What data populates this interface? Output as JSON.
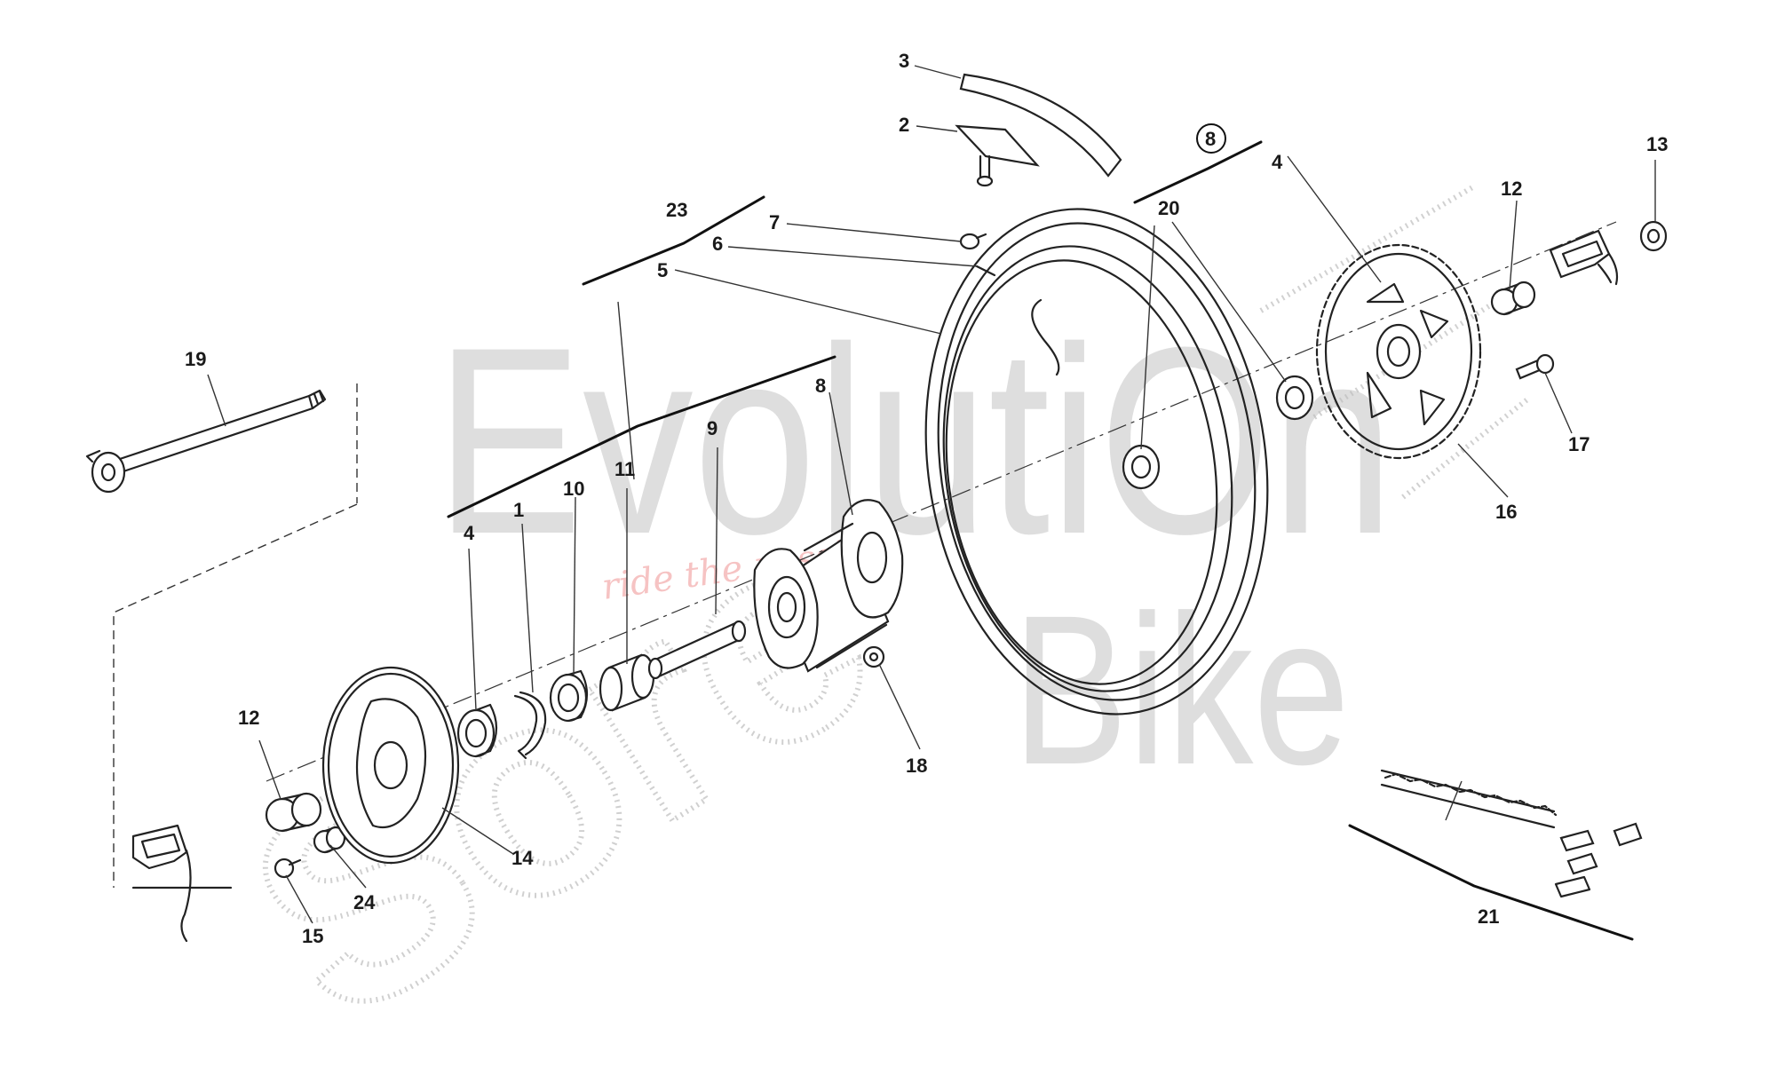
{
  "diagram": {
    "watermark": {
      "brand_line1": "EvolutiOn",
      "brand_line2": "Bike",
      "tagline": "ride the passion",
      "spray_text": "Sore"
    },
    "callouts": {
      "c1": "1",
      "c2": "2",
      "c3": "3",
      "c4a": "4",
      "c4b": "4",
      "c5": "5",
      "c6": "6",
      "c7": "7",
      "c8": "8",
      "c8circled": "8",
      "c9": "9",
      "c10": "10",
      "c11": "11",
      "c12a": "12",
      "c12b": "12",
      "c13": "13",
      "c14": "14",
      "c15": "15",
      "c16": "16",
      "c17": "17",
      "c18": "18",
      "c19": "19",
      "c20": "20",
      "c21": "21",
      "c23": "23",
      "c24": "24"
    }
  }
}
